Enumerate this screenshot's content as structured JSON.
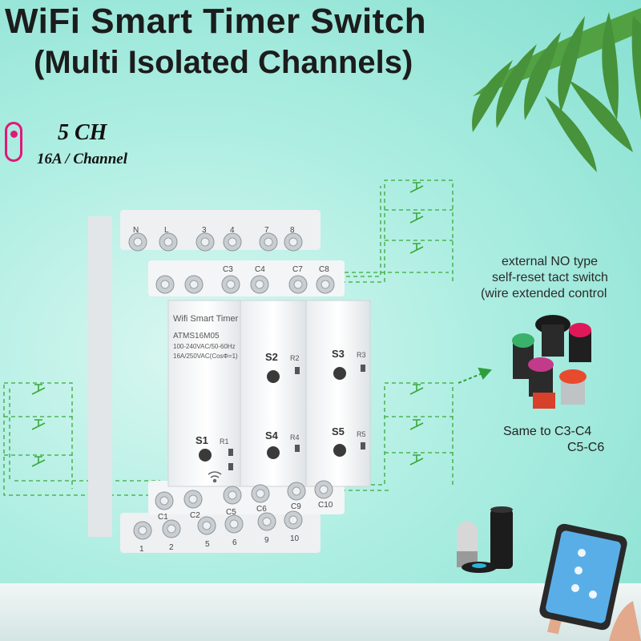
{
  "title": {
    "line1": "WiFi Smart Timer Switch",
    "line2": "(Multi Isolated Channels)"
  },
  "channel_badge": {
    "count": "5 CH",
    "rating": "16A / Channel",
    "toggle_color": "#e0187a"
  },
  "callout": {
    "line1": "external NO type",
    "line2": "self-reset tact switch",
    "line3": "(wire extended control"
  },
  "same_note": {
    "line1": "Same to C3-C4",
    "line2": "C5-C6"
  },
  "device": {
    "name": "Wifi Smart Timer",
    "model": "ATMS16M05",
    "spec1": "100-240VAC/50-60Hz",
    "spec2": "16A/250VAC(CosΦ=1)",
    "top_terminals": [
      "N",
      "L",
      "3",
      "4",
      "7",
      "8"
    ],
    "upper_control_terminals": [
      "C3",
      "C4",
      "C7",
      "C8"
    ],
    "lower_control_terminals": [
      "C1",
      "C2",
      "C5",
      "C6",
      "C9",
      "C10"
    ],
    "bottom_terminals": [
      "1",
      "2",
      "5",
      "6",
      "9",
      "10"
    ],
    "buttons": [
      "S1",
      "S2",
      "S3",
      "S4",
      "S5"
    ],
    "leds": [
      "R1",
      "R2",
      "R3",
      "R4",
      "R5"
    ]
  },
  "colors": {
    "accent": "#e0187a",
    "wire": "#3aa83a",
    "arrow": "#2e9e3a",
    "leaf": "#3f8a2a"
  },
  "icons": [
    "wifi-icon",
    "leaf-decoration-icon",
    "arrow-right-icon"
  ]
}
